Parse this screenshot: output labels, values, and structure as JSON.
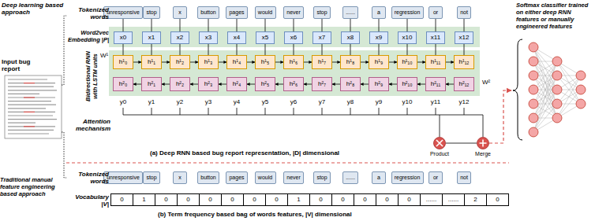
{
  "diagram": {
    "nodes": [
      {
        "text": [
          "unresponsive"
        ]
      },
      {
        "text": [
          "stop"
        ]
      },
      {
        "text": [
          "x"
        ]
      },
      {
        "text": [
          "button"
        ]
      },
      {
        "text": [
          "pages"
        ]
      },
      {
        "text": [
          "would"
        ]
      },
      {
        "text": [
          "never"
        ]
      },
      {
        "text": [
          "stop"
        ]
      },
      {
        "text": [
          "......"
        ]
      },
      {
        "text": [
          "a"
        ]
      },
      {
        "text": [
          "regression"
        ]
      },
      {
        "text": [
          "or"
        ]
      },
      {
        "text": [
          "not"
        ]
      },
      {
        "text": [
          "x0"
        ]
      },
      {
        "text": [
          "x1"
        ]
      },
      {
        "text": [
          "x2"
        ]
      },
      {
        "text": [
          "x3"
        ]
      },
      {
        "text": [
          "x4"
        ]
      },
      {
        "text": [
          "x5"
        ]
      },
      {
        "text": [
          "x6"
        ]
      },
      {
        "text": [
          "x7"
        ]
      },
      {
        "text": [
          "x8"
        ]
      },
      {
        "text": [
          "x9"
        ]
      },
      {
        "text": [
          "x10"
        ]
      },
      {
        "text": [
          "x11"
        ]
      },
      {
        "text": [
          "x12"
        ]
      },
      {
        "text": [
          "h¹₀"
        ]
      },
      {
        "text": [
          "h¹₁"
        ]
      },
      {
        "text": [
          "h¹₂"
        ]
      },
      {
        "text": [
          "h¹₃"
        ]
      },
      {
        "text": [
          "h¹₄"
        ]
      },
      {
        "text": [
          "h¹₅"
        ]
      },
      {
        "text": [
          "h¹₆"
        ]
      },
      {
        "text": [
          "h¹₇"
        ]
      },
      {
        "text": [
          "h¹₈"
        ]
      },
      {
        "text": [
          "h¹₉"
        ]
      },
      {
        "text": [
          "h¹₁₀"
        ]
      },
      {
        "text": [
          "h¹₁₁"
        ]
      },
      {
        "text": [
          "h¹₁₂"
        ]
      },
      {
        "text": [
          "h²₀"
        ]
      },
      {
        "text": [
          "h²₁"
        ]
      },
      {
        "text": [
          "h²₂"
        ]
      },
      {
        "text": [
          "h²₃"
        ]
      },
      {
        "text": [
          "h²₄"
        ]
      },
      {
        "text": [
          "h²₅"
        ]
      },
      {
        "text": [
          "h²₆"
        ]
      },
      {
        "text": [
          "h²₇"
        ]
      },
      {
        "text": [
          "h²₈"
        ]
      },
      {
        "text": [
          "h²₉"
        ]
      },
      {
        "text": [
          "h²₁₀"
        ]
      },
      {
        "text": [
          "h²₁₁"
        ]
      },
      {
        "text": [
          "h²₁₂"
        ]
      },
      {
        "text": [
          "Product"
        ]
      },
      {
        "text": [
          "Merge"
        ]
      },
      {
        "text": [
          "Softmax classifier trained on either deep RNN features or manually engineered features"
        ]
      },
      {
        "text": [
          "unresponsive"
        ]
      },
      {
        "text": [
          "stop"
        ]
      },
      {
        "text": [
          "x"
        ]
      },
      {
        "text": [
          "button"
        ]
      },
      {
        "text": [
          "pages"
        ]
      },
      {
        "text": [
          "would"
        ]
      },
      {
        "text": [
          "never"
        ]
      },
      {
        "text": [
          "stop"
        ]
      },
      {
        "text": [
          "......"
        ]
      },
      {
        "text": [
          "a"
        ]
      },
      {
        "text": [
          "regression"
        ]
      },
      {
        "text": [
          "or"
        ]
      },
      {
        "text": [
          "not"
        ]
      },
      {
        "text": [
          "0"
        ]
      },
      {
        "text": [
          "1"
        ]
      },
      {
        "text": [
          "0"
        ]
      },
      {
        "text": [
          "0"
        ]
      },
      {
        "text": [
          "0"
        ]
      },
      {
        "text": [
          "0"
        ]
      },
      {
        "text": [
          "0"
        ]
      },
      {
        "text": [
          "0"
        ]
      },
      {
        "text": [
          "1"
        ]
      },
      {
        "text": [
          "0"
        ]
      },
      {
        "text": [
          "0"
        ]
      },
      {
        "text": [
          "0"
        ]
      },
      {
        "text": [
          "0"
        ]
      },
      {
        "text": [
          "0"
        ]
      },
      {
        "text": [
          "......"
        ]
      },
      {
        "text": [
          "......"
        ]
      },
      {
        "text": [
          "2"
        ]
      },
      {
        "text": [
          "0"
        ]
      }
    ],
    "edges": [
      {
        "from": 0,
        "to": 13,
        "arrow": "none"
      },
      {
        "from": 1,
        "to": 14,
        "arrow": "none"
      },
      {
        "from": 2,
        "to": 15,
        "arrow": "none"
      },
      {
        "from": 3,
        "to": 16,
        "arrow": "none"
      },
      {
        "from": 4,
        "to": 17,
        "arrow": "none"
      },
      {
        "from": 5,
        "to": 18,
        "arrow": "none"
      },
      {
        "from": 6,
        "to": 19,
        "arrow": "none"
      },
      {
        "from": 7,
        "to": 20,
        "arrow": "none"
      },
      {
        "from": 8,
        "to": 21,
        "arrow": "none"
      },
      {
        "from": 9,
        "to": 22,
        "arrow": "none"
      },
      {
        "from": 10,
        "to": 23,
        "arrow": "none"
      },
      {
        "from": 11,
        "to": 24,
        "arrow": "none"
      },
      {
        "from": 12,
        "to": 25,
        "arrow": "none"
      },
      {
        "from": 13,
        "to": 26,
        "arrow": "none"
      },
      {
        "from": 14,
        "to": 27,
        "arrow": "none"
      },
      {
        "from": 15,
        "to": 28,
        "arrow": "none"
      },
      {
        "from": 16,
        "to": 29,
        "arrow": "none"
      },
      {
        "from": 17,
        "to": 30,
        "arrow": "none"
      },
      {
        "from": 18,
        "to": 31,
        "arrow": "none"
      },
      {
        "from": 19,
        "to": 32,
        "arrow": "none"
      },
      {
        "from": 20,
        "to": 33,
        "arrow": "none"
      },
      {
        "from": 21,
        "to": 34,
        "arrow": "none"
      },
      {
        "from": 22,
        "to": 35,
        "arrow": "none"
      },
      {
        "from": 23,
        "to": 36,
        "arrow": "none"
      },
      {
        "from": 24,
        "to": 37,
        "arrow": "none"
      },
      {
        "from": 25,
        "to": 38,
        "arrow": "none"
      },
      {
        "from": 26,
        "to": 27,
        "arrow": "to"
      },
      {
        "from": 27,
        "to": 28,
        "arrow": "to"
      },
      {
        "from": 28,
        "to": 29,
        "arrow": "to"
      },
      {
        "from": 29,
        "to": 30,
        "arrow": "to"
      },
      {
        "from": 30,
        "to": 31,
        "arrow": "to"
      },
      {
        "from": 31,
        "to": 32,
        "arrow": "to"
      },
      {
        "from": 32,
        "to": 33,
        "arrow": "to"
      },
      {
        "from": 33,
        "to": 34,
        "arrow": "to"
      },
      {
        "from": 34,
        "to": 35,
        "arrow": "to"
      },
      {
        "from": 35,
        "to": 36,
        "arrow": "to"
      },
      {
        "from": 36,
        "to": 37,
        "arrow": "to"
      },
      {
        "from": 37,
        "to": 38,
        "arrow": "to"
      },
      {
        "from": 40,
        "to": 39,
        "arrow": "to"
      },
      {
        "from": 41,
        "to": 40,
        "arrow": "to"
      },
      {
        "from": 42,
        "to": 41,
        "arrow": "to"
      },
      {
        "from": 43,
        "to": 42,
        "arrow": "to"
      },
      {
        "from": 44,
        "to": 43,
        "arrow": "to"
      },
      {
        "from": 45,
        "to": 44,
        "arrow": "to"
      },
      {
        "from": 46,
        "to": 45,
        "arrow": "to"
      },
      {
        "from": 47,
        "to": 46,
        "arrow": "to"
      },
      {
        "from": 48,
        "to": 47,
        "arrow": "to"
      },
      {
        "from": 49,
        "to": 48,
        "arrow": "to"
      },
      {
        "from": 50,
        "to": 49,
        "arrow": "to"
      },
      {
        "from": 51,
        "to": 50,
        "arrow": "to"
      },
      {
        "from": 52,
        "to": 53,
        "arrow": "none"
      },
      {
        "from": 53,
        "to": 54,
        "arrow": "to"
      }
    ],
    "labels": [
      "Deep learning based approach",
      "Input bug report",
      "Traditional manual feature engineering based approach",
      "Tokenized words",
      "Word2vec Embedding |P|",
      "Bidirectional RNN with LSTM units",
      "W¹",
      "W²",
      "y0",
      "y1",
      "y2",
      "y3",
      "y4",
      "y5",
      "y6",
      "y7",
      "y8",
      "y9",
      "y10",
      "y11",
      "y12",
      "Attention mechanism",
      "(a) Deep RNN based bug report representation, |D| dimensional",
      "Tokenized words",
      "Vocabulary |V|",
      "(b) Term frequency based bag of words features, |V| dimensional"
    ]
  }
}
